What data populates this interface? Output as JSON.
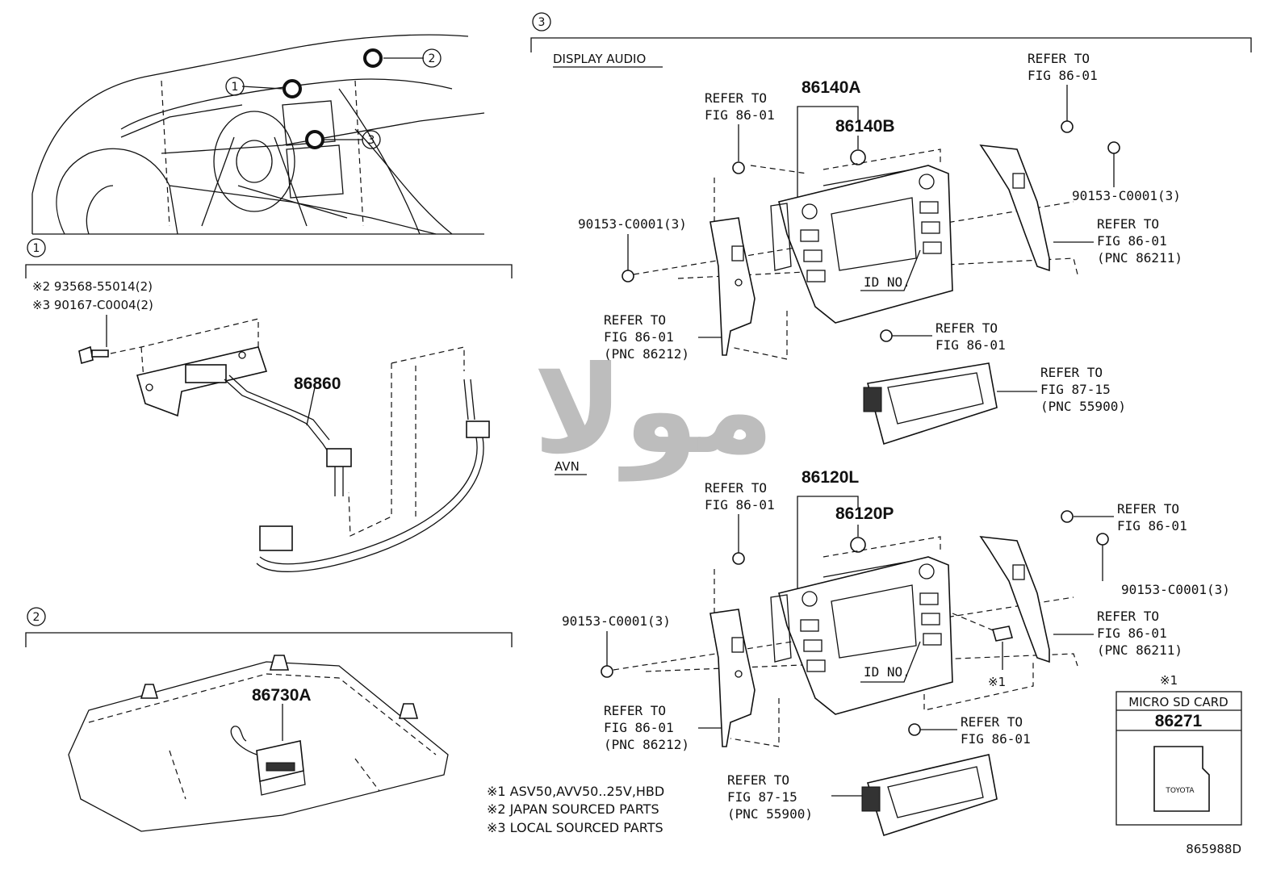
{
  "markers": {
    "m1": "1",
    "m2": "2",
    "m3": "3"
  },
  "sec1": {
    "note2": "※2 93568-55014(2)",
    "note3": "※3 90167-C0004(2)",
    "part": "86860"
  },
  "sec2": {
    "part": "86730A"
  },
  "sec3": {
    "display_audio": "DISPLAY AUDIO",
    "avn": "AVN",
    "da": {
      "p1": "86140A",
      "p2": "86140B",
      "refer_to": "REFER TO",
      "fig_86_01": "FIG 86-01",
      "fig_87_15": "FIG 87-15",
      "bolt": "90153-C0001(3)",
      "pnc_86212": "(PNC 86212)",
      "pnc_86211": "(PNC 86211)",
      "pnc_55900": "(PNC 55900)",
      "id_no": "ID NO."
    },
    "avn_parts": {
      "p1": "86120L",
      "p2": "86120P",
      "x1": "※1"
    }
  },
  "sd": {
    "x1": "※1",
    "title": "MICRO SD CARD",
    "part": "86271",
    "logo": "TOYOTA"
  },
  "footnotes": {
    "f1": "※1 ASV50,AVV50..25V,HBD",
    "f2": "※2 JAPAN SOURCED PARTS",
    "f3": "※3 LOCAL SOURCED PARTS"
  },
  "code": "865988D",
  "watermark": "مولا"
}
